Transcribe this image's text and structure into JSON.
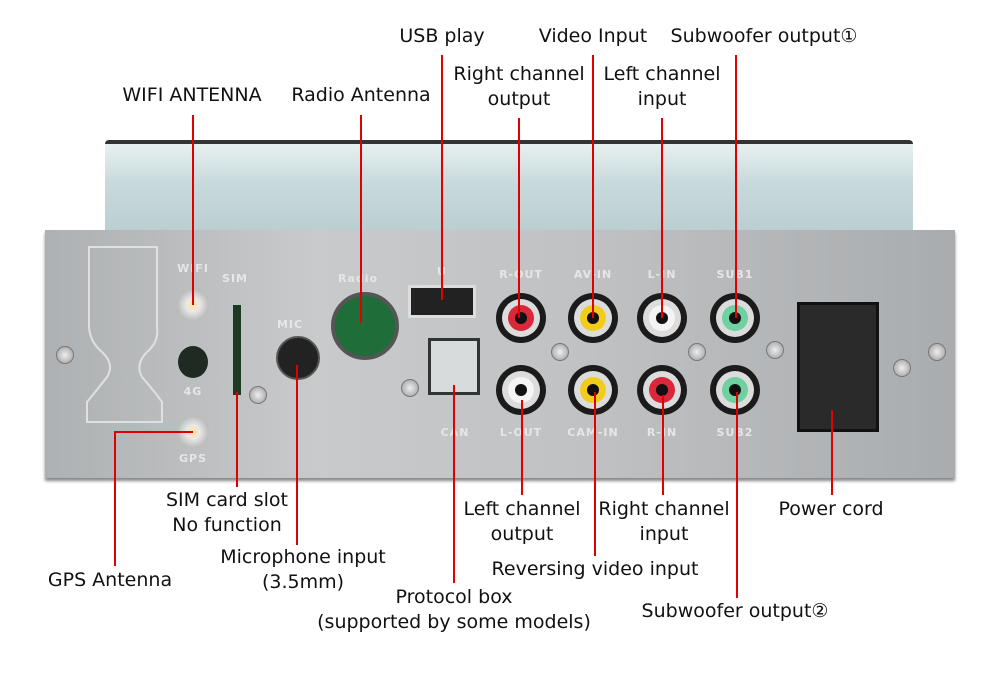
{
  "labels": {
    "usb": "USB play",
    "video_in": "Video Input",
    "sub1": "Subwoofer output①",
    "r_out": [
      "Right channel",
      "output"
    ],
    "l_in": [
      "Left channel",
      "input"
    ],
    "wifi": "WIFI ANTENNA",
    "radio": "Radio Antenna",
    "gps": "GPS Antenna",
    "sim": [
      "SIM card slot",
      "No function"
    ],
    "mic": [
      "Microphone input",
      "(3.5mm)"
    ],
    "protocol": [
      "Protocol box",
      "(supported by some models)"
    ],
    "l_out": [
      "Left channel",
      "output"
    ],
    "reversing": "Reversing video input",
    "r_in": [
      "Right channel",
      "input"
    ],
    "sub2": "Subwoofer output②",
    "power": "Power cord"
  },
  "panel_labels": {
    "wifi": "WIFI",
    "sim": "SIM",
    "radio": "Radio",
    "mic": "MIC",
    "usb": "U",
    "r_out": "R-OUT",
    "av_in": "AV-IN",
    "l_in": "L-IN",
    "sub1": "SUB1",
    "can": "CAN",
    "l_out": "L-OUT",
    "cam_in": "CAM-IN",
    "r_in": "R-IN",
    "sub2": "SUB2",
    "g4": "4G",
    "gps": "GPS"
  },
  "colors": {
    "callout_line": "#e00000",
    "red": "#d8283a",
    "yellow": "#f2cc1c",
    "white": "#f4f4f4",
    "green": "#6fd1a0"
  }
}
